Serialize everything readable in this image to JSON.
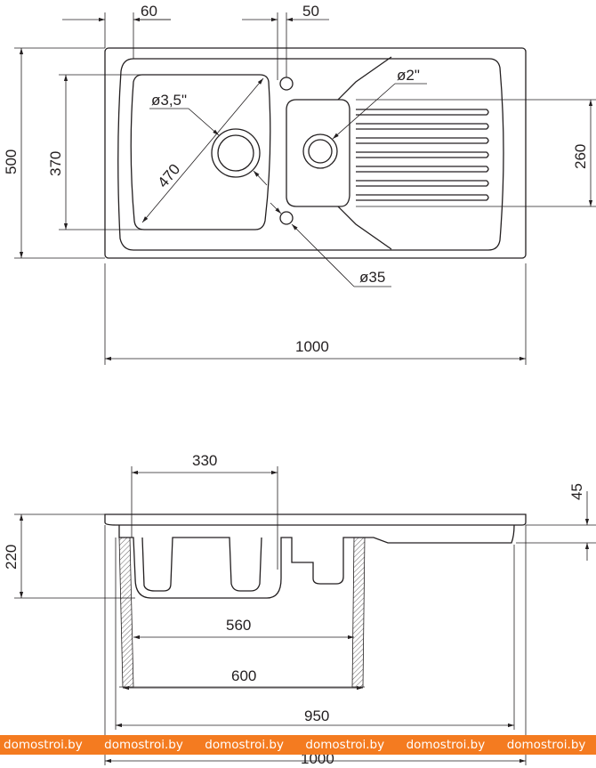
{
  "top_view": {
    "dims": {
      "edge_offset_left": "60",
      "faucet_hole_offset": "50",
      "overall_depth": "500",
      "bowl_depth": "370",
      "bowl_diagonal": "470",
      "drain_large": "ø3,5\"",
      "drain_small": "ø2\"",
      "drainer_depth": "260",
      "overflow_hole": "ø35",
      "overall_width": "1000"
    }
  },
  "side_view": {
    "dims": {
      "bowl_width": "330",
      "rim_height": "45",
      "total_height": "220",
      "base_width": "560",
      "cabinet_width": "600",
      "cutout_width": "950",
      "overall_width": "1000"
    }
  },
  "watermark": {
    "items": [
      "domostroi.by",
      "domostroi.by",
      "domostroi.by",
      "domostroi.by",
      "domostroi.by",
      "domostroi.by"
    ],
    "color": "#f47b20"
  }
}
